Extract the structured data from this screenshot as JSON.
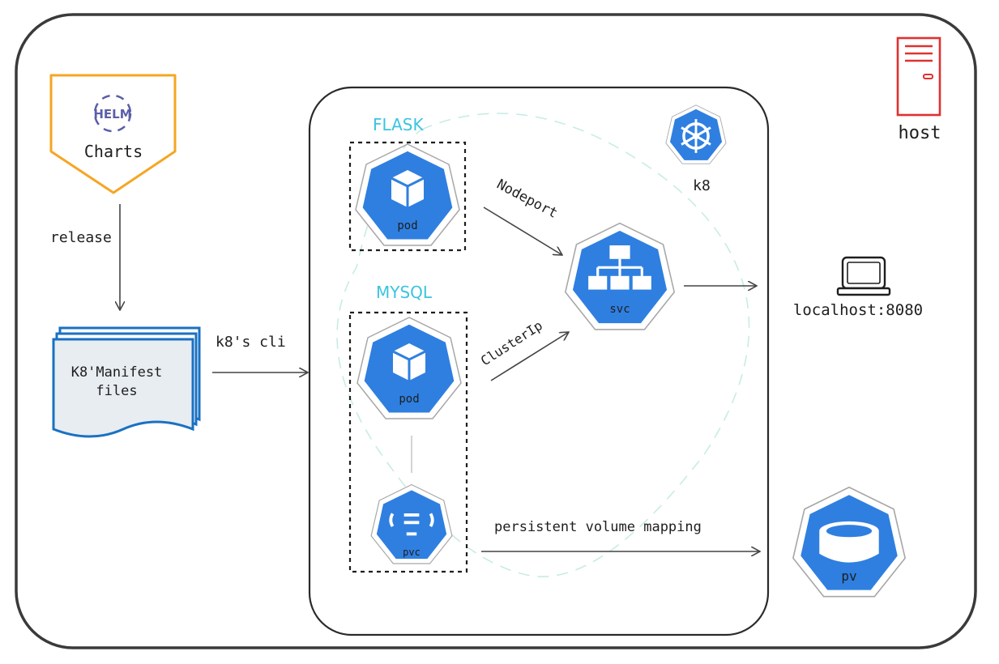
{
  "helm": {
    "logo_text": "HELM",
    "charts_label": "Charts"
  },
  "arrows": {
    "release": "release",
    "k8s_cli": "k8's cli",
    "nodeport": "Nodeport",
    "clusterip": "ClusterIp",
    "pv_mapping": "persistent volume mapping"
  },
  "manifest": {
    "line1": "K8'Manifest",
    "line2": "files"
  },
  "cluster": {
    "flask_label": "FLASK",
    "mysql_label": "MYSQL",
    "k8_label": "k8",
    "flask_pod_label": "pod",
    "mysql_pod_label": "pod",
    "pvc_label": "pvc",
    "svc_label": "svc"
  },
  "host": {
    "label": "host"
  },
  "localhost": {
    "label": "localhost:8080"
  },
  "pv": {
    "label": "pv"
  },
  "colors": {
    "k8s_blue": "#2f7fe0",
    "helm_orange": "#f5a623",
    "helm_purple": "#5b5ea6",
    "host_red": "#e03131",
    "cyan_label": "#3bc4e0",
    "manifest_blue": "#1971c2",
    "ink": "#1e1e1e"
  },
  "icons": [
    "helm-logo-icon",
    "k8s-wheel-icon",
    "pod-cube-icon",
    "svc-network-icon",
    "pvc-icon",
    "pv-drum-icon",
    "server-icon",
    "laptop-icon"
  ]
}
